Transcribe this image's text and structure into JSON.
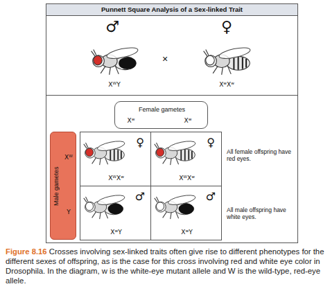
{
  "diagram": {
    "title": "Punnett Square Analysis of a Sex-linked Trait",
    "caption": "Figure 8.16 Crosses involving sex-linked traits often give rise to different phenotypes for the different sexes of offspring, as is the case for this cross involving red and white eye color in Drosophila. In the diagram, w is the white-eye mutant allele and W is the wild-type, red-eye allele.",
    "nodes": [
      {
        "text": [
          "Female gametes",
          "Xʷ",
          "Xʷ"
        ]
      },
      {
        "text": [
          "Male gametes",
          "Xᵂ",
          "Y"
        ]
      },
      {
        "text": [
          "♀",
          "XᵂXʷ"
        ]
      },
      {
        "text": [
          "♀",
          "XᵂXʷ"
        ]
      },
      {
        "text": [
          "♂",
          "XʷY"
        ]
      },
      {
        "text": [
          "♂",
          "XʷY"
        ]
      }
    ],
    "labels": [
      "♂",
      "♀",
      "×",
      "XᵂY",
      "XʷXʷ",
      "All female offspring have red eyes.",
      "All male offspring have white eyes."
    ]
  }
}
